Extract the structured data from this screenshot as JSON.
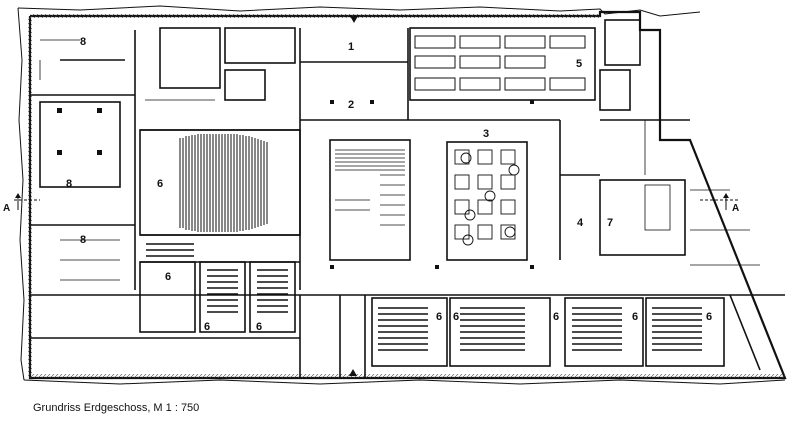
{
  "caption": "Grundriss Erdgeschoss, M 1 : 750",
  "room_labels": {
    "r1": "1",
    "r2": "2",
    "r3": "3",
    "r4": "4",
    "r5": "5",
    "r6_hall": "6",
    "r6_small": "6",
    "r6_a": "6",
    "r6_b": "6",
    "r6_c": "6",
    "r6_d": "6",
    "r6_e": "6",
    "r6_f": "6",
    "r6_g": "6",
    "r7": "7",
    "r8_a": "8",
    "r8_b": "8",
    "r8_c": "8"
  },
  "section_marks": {
    "left": "A",
    "right": "A"
  },
  "colors": {
    "line": "#111111",
    "background": "#ffffff",
    "hatch": "#444444"
  }
}
